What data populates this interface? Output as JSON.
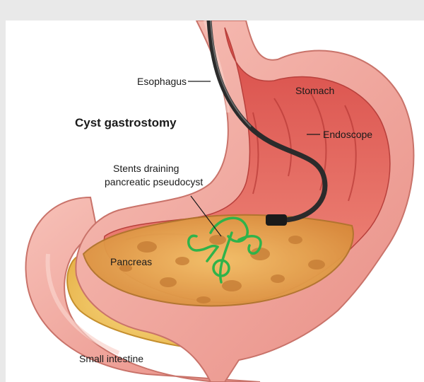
{
  "diagram": {
    "title": "Cyst gastrostomy",
    "labels": {
      "esophagus": "Esophagus",
      "stomach": "Stomach",
      "endoscope": "Endoscope",
      "stents_line1": "Stents draining",
      "stents_line2": "pancreatic pseudocyst",
      "pancreas": "Pancreas",
      "small_intestine": "Small intestine"
    },
    "colors": {
      "stomach_wall": "#f0a39a",
      "stomach_inner": "#e0605a",
      "stomach_lining": "#c2413e",
      "pancreas": "#f2c95c",
      "pseudocyst": "#e8a24a",
      "stent": "#2fb34a",
      "endoscope": "#2b2b2b"
    }
  }
}
